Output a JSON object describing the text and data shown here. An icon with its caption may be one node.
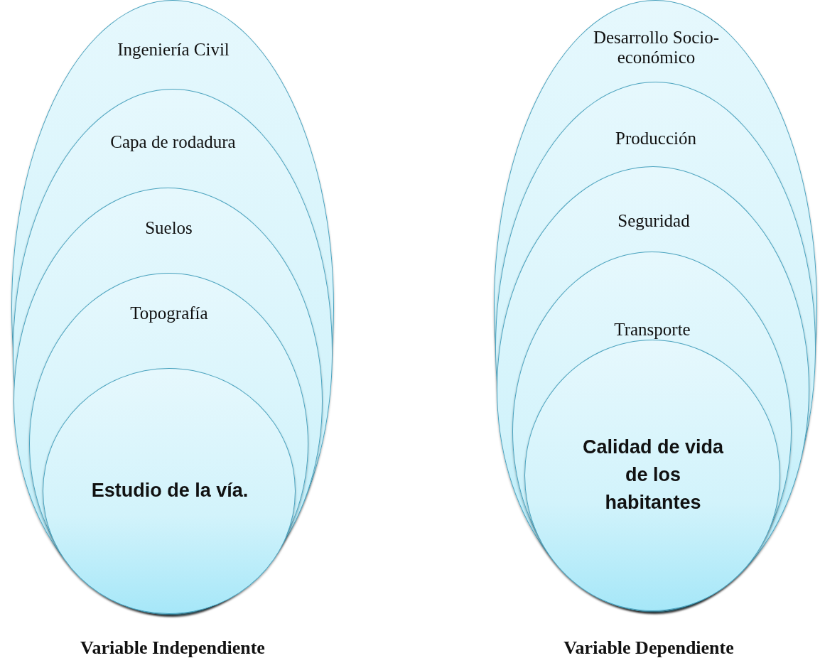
{
  "diagram": {
    "nodes": [
      {
        "text": [
          "Ingeniería Civil"
        ]
      },
      {
        "text": [
          "Capa de rodadura"
        ],
        "in": 0
      },
      {
        "text": [
          "Suelos"
        ],
        "in": 1
      },
      {
        "text": [
          "Topografía"
        ],
        "in": 2
      },
      {
        "text": [
          "Estudio de la vía."
        ],
        "in": 3
      },
      {
        "text": [
          "Desarrollo Socio-económico"
        ]
      },
      {
        "text": [
          "Producción"
        ],
        "in": 5
      },
      {
        "text": [
          "Seguridad"
        ],
        "in": 6
      },
      {
        "text": [
          "Transporte"
        ],
        "in": 7
      },
      {
        "text": [
          "Calidad de vida de los habitantes"
        ],
        "in": 8
      }
    ],
    "edges": [],
    "labels": [
      "Variable Independiente",
      "Variable Dependiente"
    ]
  }
}
